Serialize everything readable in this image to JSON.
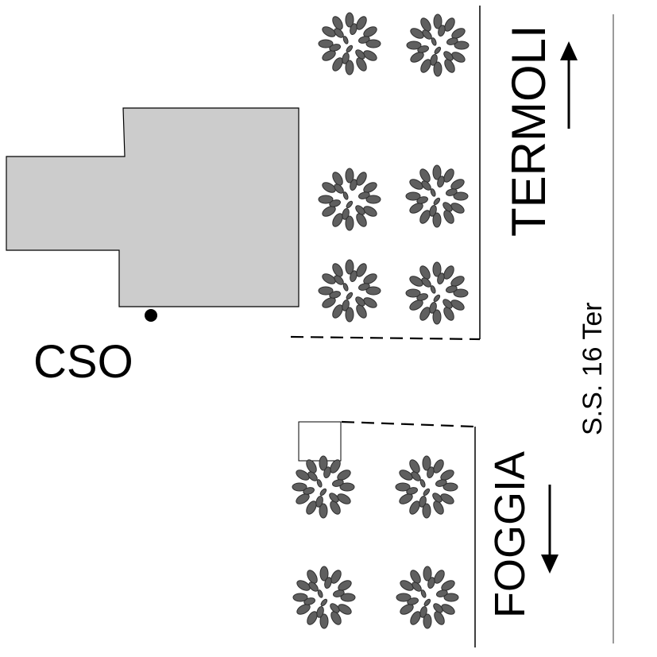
{
  "labels": {
    "cso": "CSO",
    "termoli": "TERMOLI",
    "foggia": "FOGGIA",
    "road": "S.S. 16 Ter"
  },
  "colors": {
    "building_fill": "#cccccc",
    "tree_fill": "#5f5f5f",
    "line": "#000000",
    "road_line": "#7a7a7a"
  },
  "icons": {
    "tree": "tree-icon",
    "arrow_up": "arrow-up-icon",
    "arrow_down": "arrow-down-icon",
    "marker": "cso-marker-icon"
  }
}
